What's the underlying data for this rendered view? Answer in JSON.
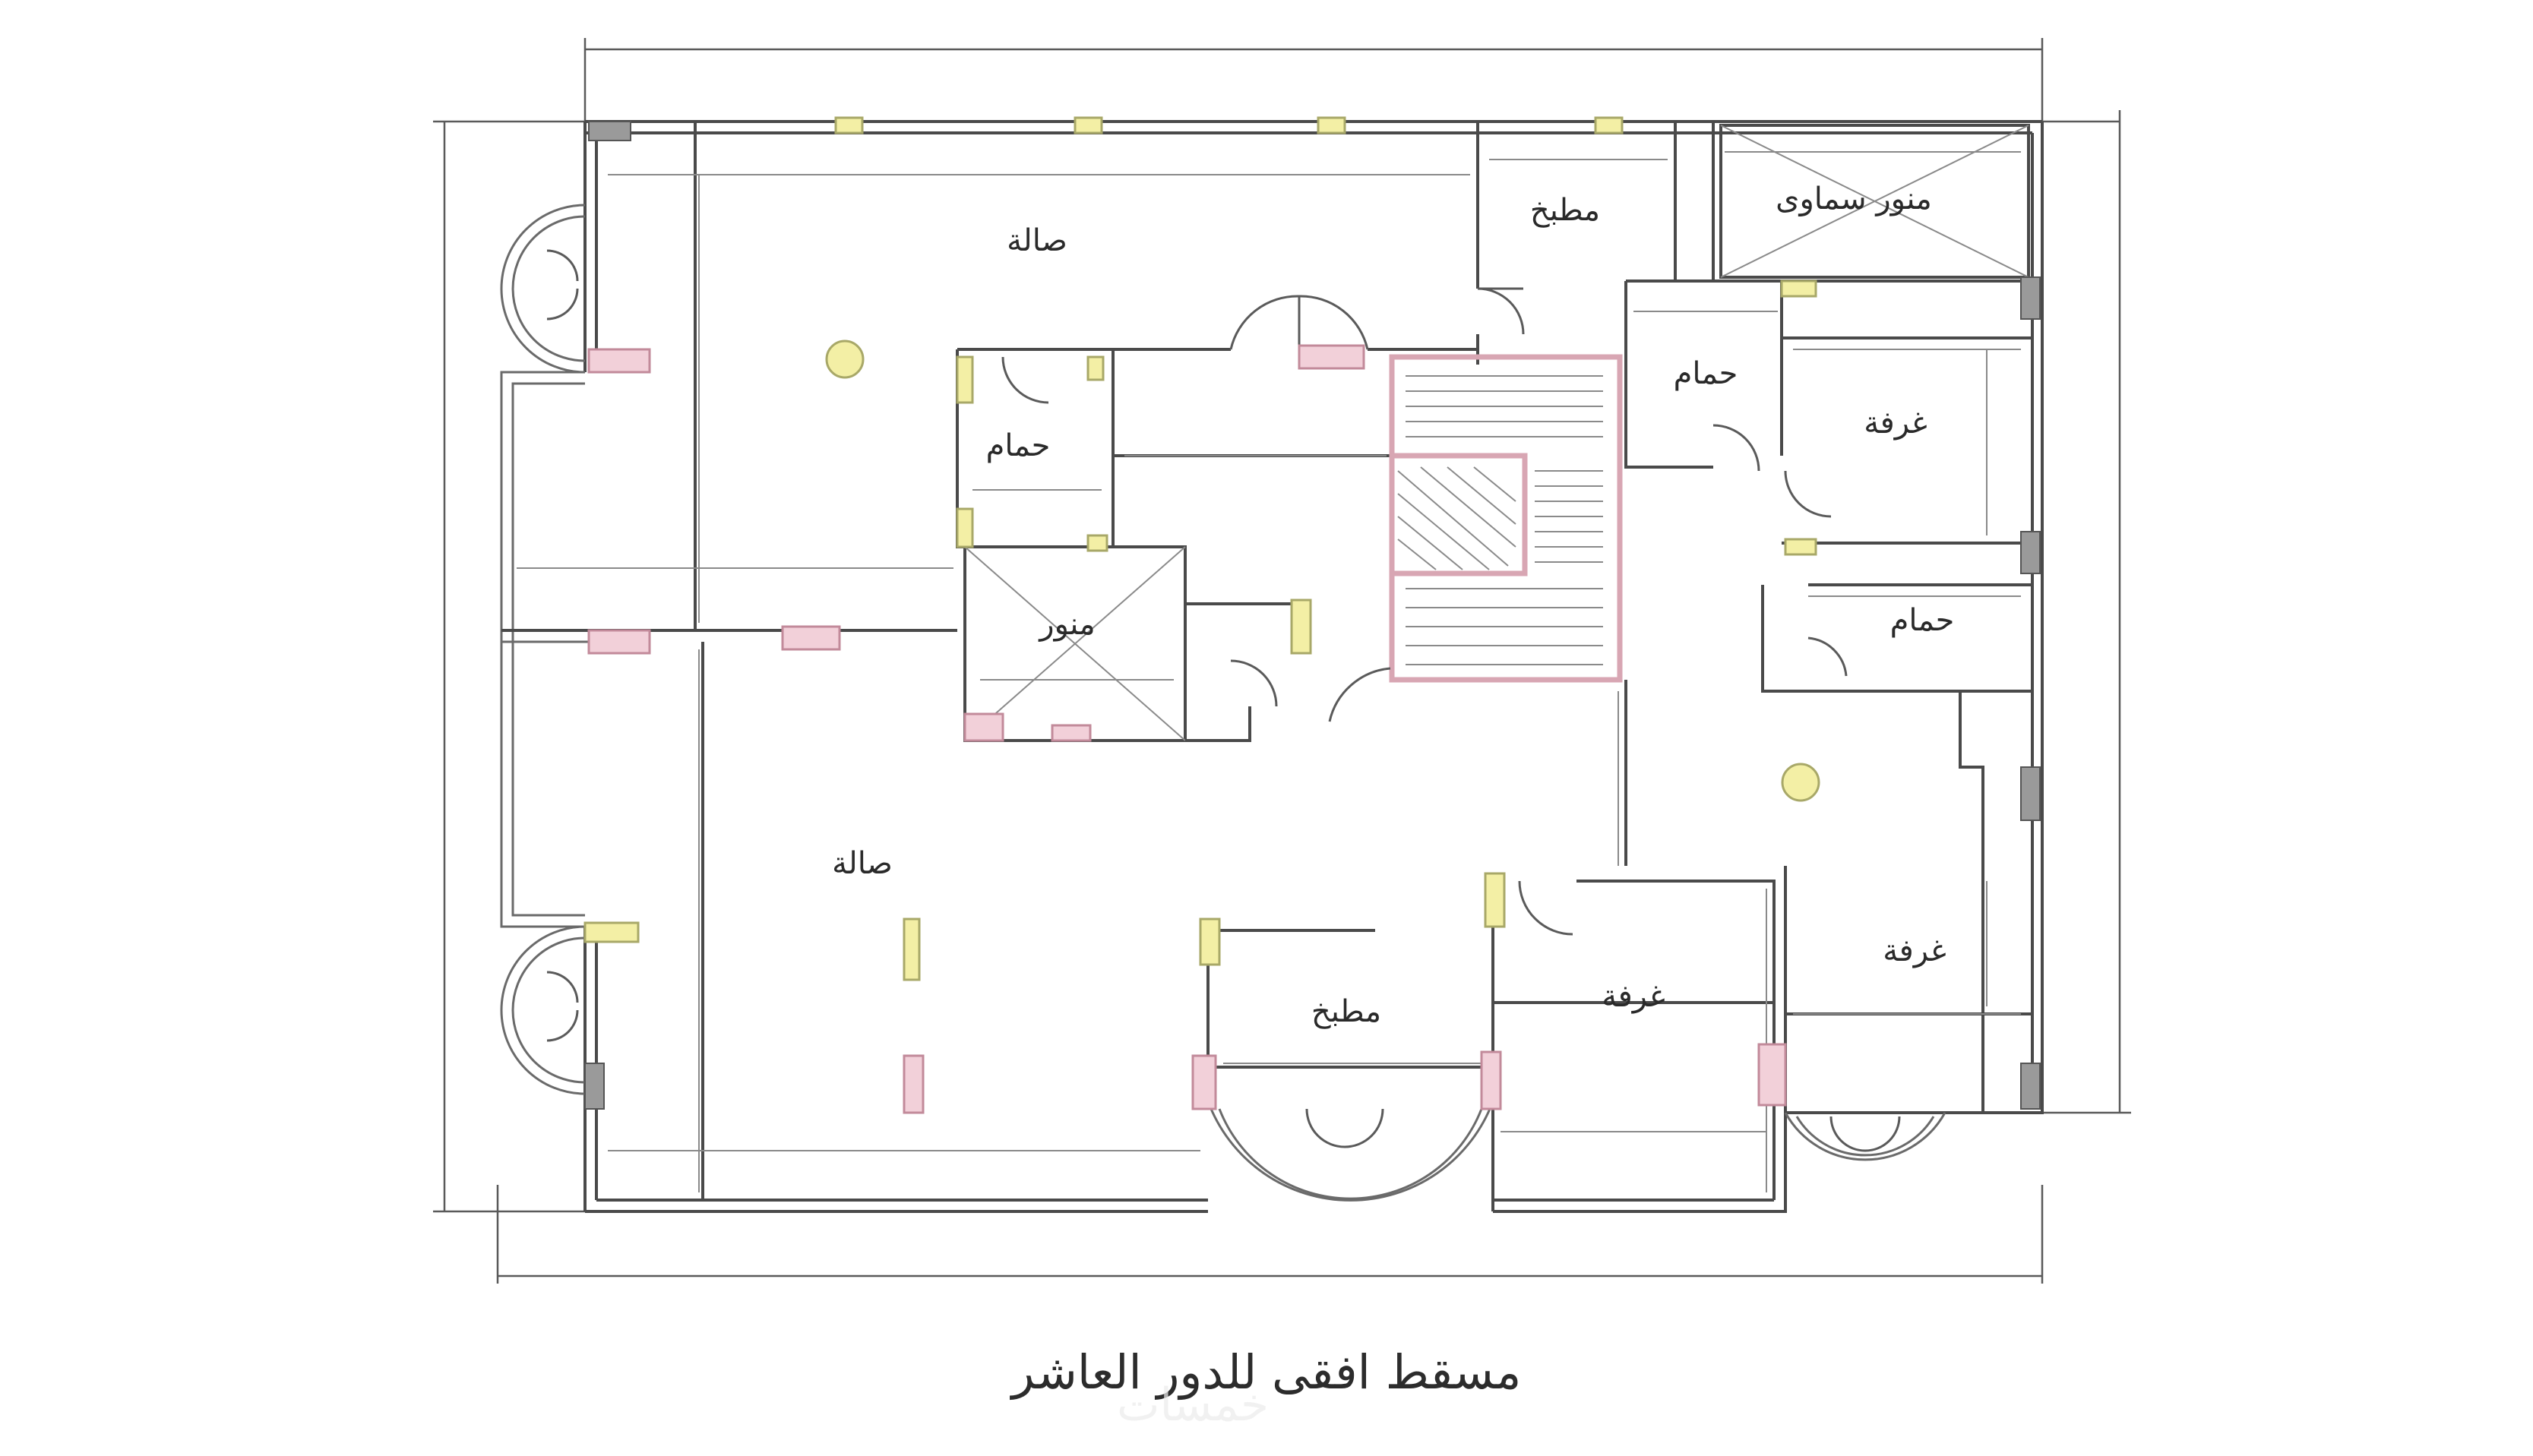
{
  "title": "مسقط افقى للدور العاشر",
  "watermark": "خمسات",
  "rooms": {
    "hall_upper": "صالة",
    "hall_lower": "صالة",
    "kitchen_upper": "مطبخ",
    "kitchen_lower": "مطبخ",
    "skylight_main": "منور سماوى",
    "skylight_small": "منور",
    "bath_top_center": "حمام",
    "bath_left": "حمام",
    "bath_right": "حمام",
    "bedroom_top_right": "غرفة",
    "bedroom_center": "غرفة",
    "bedroom_bottom_right": "غرفة"
  },
  "colors": {
    "wall": "#4a4a4a",
    "column_yellow": "#f3efa5",
    "column_pink": "#f2d0d9",
    "stair_outline": "#d8a6b3"
  }
}
